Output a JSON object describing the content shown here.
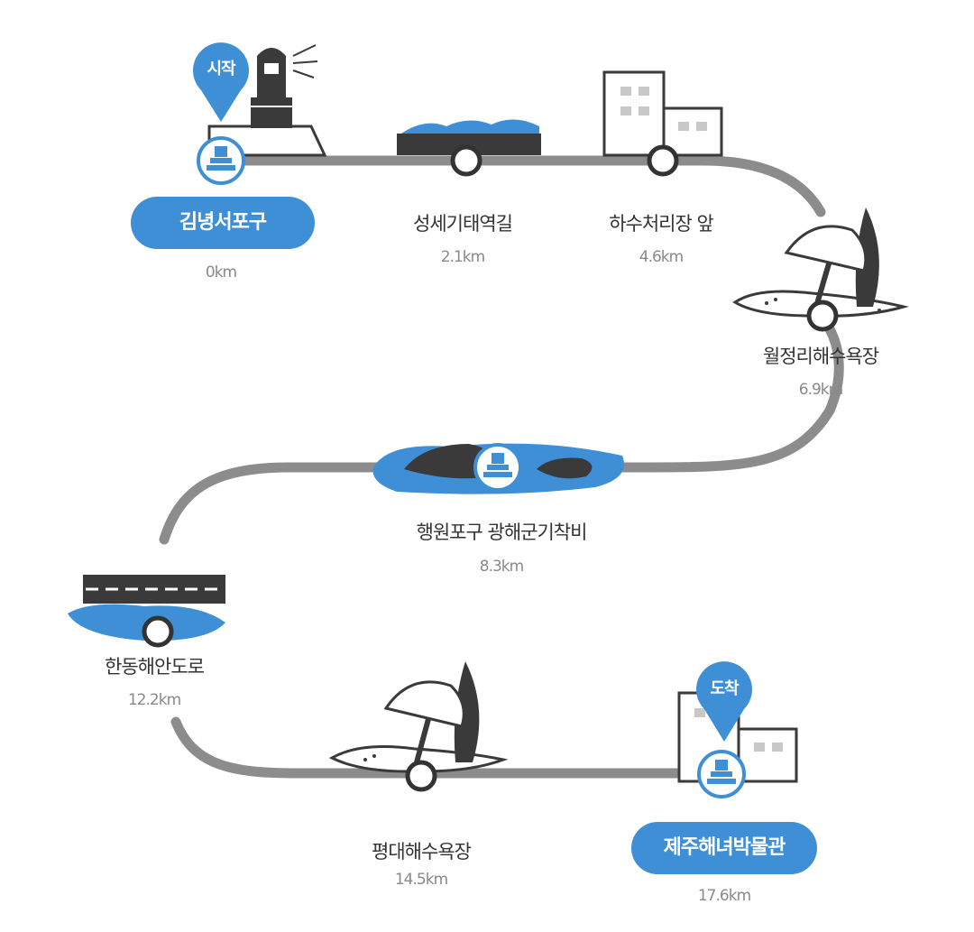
{
  "colors": {
    "accent": "#3f8fd6",
    "track": "#8c8c8c",
    "node_stroke": "#333333",
    "water": "#3f8fd6",
    "dark": "#3a3a3a"
  },
  "pins": {
    "start": "시작",
    "end": "도착"
  },
  "stops": [
    {
      "name": "김녕서포구",
      "distance": "0km",
      "style": "pill"
    },
    {
      "name": "성세기태역길",
      "distance": "2.1km",
      "style": "plain"
    },
    {
      "name": "하수처리장 앞",
      "distance": "4.6km",
      "style": "plain"
    },
    {
      "name": "월정리해수욕장",
      "distance": "6.9km",
      "style": "plain"
    },
    {
      "name": "행원포구 광해군기착비",
      "distance": "8.3km",
      "style": "plain"
    },
    {
      "name": "한동해안도로",
      "distance": "12.2km",
      "style": "plain"
    },
    {
      "name": "평대해수욕장",
      "distance": "14.5km",
      "style": "plain"
    },
    {
      "name": "제주해녀박물관",
      "distance": "17.6km",
      "style": "pill"
    }
  ],
  "icons": [
    "lighthouse-icon",
    "rock-shore-icon",
    "building-icon",
    "beach-umbrella-icon",
    "rocks-water-icon",
    "coastal-road-icon",
    "beach-umbrella-icon",
    "building-icon",
    "stone-marker-icon",
    "location-pin-icon"
  ]
}
